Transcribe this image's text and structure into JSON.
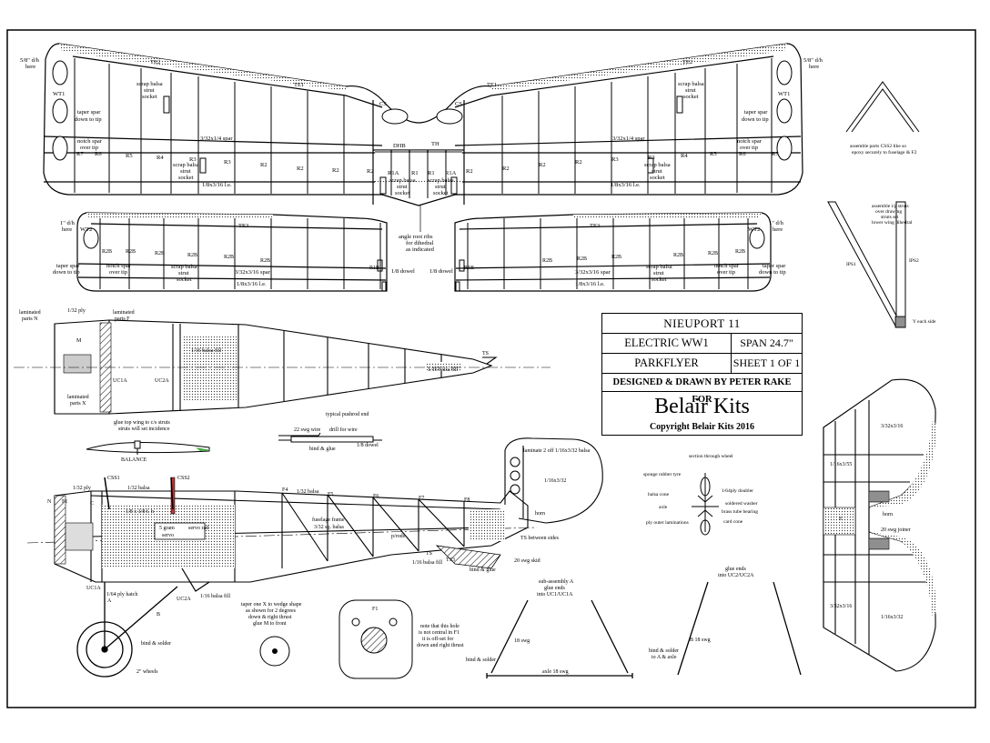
{
  "title_block": {
    "model": "NIEUPORT 11",
    "type": "ELECTRIC WW1",
    "span": "SPAN 24.7\"",
    "category": "PARKFLYER",
    "sheet": "SHEET 1 OF 1",
    "designer": "DESIGNED & DRAWN BY PETER RAKE FOR",
    "company": "Belair Kits",
    "copyright": "Copyright Belair Kits 2016"
  },
  "top_wing": {
    "te_left": "TE2",
    "te_mid_left": "TE1",
    "te_mid_right": "TE1",
    "te_right": "TE2",
    "tip_hole_left": "5/8\" d/h",
    "tip_hole_left_2": "here",
    "tip_hole_right": "5/8\" d/h",
    "tip_hole_right_2": "here",
    "wt_left": "WT1",
    "wt_right": "WT1",
    "cs_left": "CS",
    "cs_right": "CS",
    "taper_spar_l1": "taper spar",
    "taper_spar_l2": "down to tip",
    "taper_spar_r1": "taper spar",
    "taper_spar_r2": "down to tip",
    "notch_spar_l1": "notch spar",
    "notch_spar_l2": "over tip",
    "notch_spar_r1": "notch spar",
    "notch_spar_r2": "over tip",
    "socket_l1": "scrap balsa",
    "socket_l2": "strut",
    "socket_l3": "socket",
    "socket_r1": "scrap balsa",
    "socket_r2": "strut",
    "socket_r3": "socket",
    "spar_left": "3/32x1/4 spar",
    "spar_right": "3/32x1/4 spar",
    "le_left": "1/8x3/16 l.e.",
    "le_right": "1/8x3/16 l.e.",
    "ribs_left": [
      "R7",
      "R6",
      "R5",
      "R4",
      "R3",
      "R3",
      "R2",
      "R2",
      "R2"
    ],
    "ribs_right": [
      "R2",
      "R2",
      "R2",
      "R3",
      "R3",
      "R4",
      "R5",
      "R6",
      "R7"
    ],
    "dhb": "DHB",
    "th": "TH",
    "r1a_l": "R1A",
    "r1_l": "R1",
    "r1_r": "R1",
    "r1a_r": "R1A",
    "r2_cl": "R2",
    "r2_cr": "R2",
    "bottom_socket_l1": "scrap balsa",
    "bottom_socket_l2": "strut",
    "bottom_socket_l3": "socket",
    "bottom_socket_r1": "scrap balsa",
    "bottom_socket_r2": "strut",
    "bottom_socket_r3": "socket",
    "mid_socket_l1": "scrap balsa",
    "mid_socket_l2": "strut",
    "mid_socket_l3": "socket",
    "mid_socket_r1": "scrap balsa",
    "mid_socket_r2": "strut",
    "mid_socket_r3": "socket"
  },
  "angle_note": [
    "angle root ribs",
    "for dihedral",
    "as indicated"
  ],
  "lower_wing": {
    "te_left": "TE3",
    "te_right": "TE3",
    "hole_l1": "1\" d/h",
    "hole_l2": "here",
    "hole_r1": "1\" d/h",
    "hole_r2": "here",
    "wt_left": "WT2",
    "wt_right": "WT2",
    "taper_l1": "taper spar",
    "taper_l2": "down to tip",
    "taper_r1": "taper spar",
    "taper_r2": "down to tip",
    "notch_l1": "notch spar",
    "notch_l2": "over tip",
    "notch_r1": "notch spar",
    "notch_r2": "over tip",
    "socket_l1": "scrap balsa",
    "socket_l2": "strut",
    "socket_l3": "socket",
    "socket_r1": "scrap balsa",
    "socket_r2": "strut",
    "socket_r3": "socket",
    "spar_left": "3/32x3/16 spar",
    "spar_right": "3/32x3/16 spar",
    "le_left": "1/8x3/16 l.e.",
    "le_right": "1/8x3/16 l.e.",
    "ribs_left": [
      "R2B",
      "R2B",
      "R2B",
      "R2B",
      "R2B",
      "R2B",
      "R1B"
    ],
    "ribs_right": [
      "R1B",
      "R2B",
      "R2B",
      "R2B",
      "R2B",
      "R2B",
      "R2B"
    ],
    "dowel_left": "1/8 dowel",
    "dowel_right": "1/8 dowel"
  },
  "cabane": {
    "assemble_1": "assemble parts CSS2 like so",
    "assemble_2": "epoxy securely to fuselage & F2"
  },
  "interplane": {
    "note_1": "assemble i/p struts",
    "note_2": "over drawing",
    "note_3": "struts set",
    "note_4": "lower wing dihedral",
    "ips1": "IPS1",
    "ips2": "IPS2",
    "y_each": "Y each side"
  },
  "fuselage_top": {
    "laminated_n_1": "laminated",
    "laminated_n_2": "parts N",
    "ply": "1/32 ply",
    "laminated_f_1": "laminated",
    "laminated_f_2": "parts F",
    "m": "M",
    "laminated_x_1": "laminated",
    "laminated_x_2": "parts X",
    "uc1a": "UC1A",
    "uc2a": "UC2A",
    "balsa_fill_1": "1/16 balsa fill",
    "balsa_fill_2": "1/16 balsa fill",
    "ts": "TS"
  },
  "pushrod": {
    "title": "typical pushrod end",
    "wire": "22 swg wire",
    "drill": "drill for wire",
    "bind": "bind & glue",
    "dowel": "1/8 dowel"
  },
  "wing_incidence": {
    "note_1": "glue top wing to c/s struts",
    "note_2": "struts will set incidence",
    "balance": "BALANCE"
  },
  "fuselage_side": {
    "css1": "CSS1",
    "css2": "CSS2",
    "ply": "1/32 ply",
    "balsa_top": "1/32 balsa",
    "n": "N",
    "f1": "F1",
    "c": "C",
    "bay_1": "1/8 x 1/8 f. h",
    "servo": "5 gram",
    "servo_2": "servo",
    "servo_rail": "servo rail",
    "f4": "F4",
    "balsa_f4": "1/32 balsa",
    "f5": "F5",
    "f6": "F6",
    "f7": "F7",
    "f8": "F8",
    "frame_1": "fuselage frame",
    "frame_2": "3/32 sq. balsa",
    "pivots": "p/rods",
    "ts": "TS",
    "t3": "TS3",
    "balsa_fill": "1/16 balsa fill",
    "bind_glue": "bind & glue",
    "skid": "20 swg skid",
    "ts_between": "TS between sides",
    "uc1a": "UC1A",
    "hatch": "1/64 ply hatch",
    "uc2a": "UC2A",
    "balsa_fill_2": "1/16 balsa fill",
    "a": "A",
    "b": "B",
    "bind_solder": "bind & solder",
    "wheels": "2\" wheels",
    "fin_laminate": "laminate 2 off 1/16x3/32 balsa",
    "fin_sheet": "1/16x3/32",
    "horn": "horn"
  },
  "taper_note": [
    "taper one X to wedge shape",
    "as shown for 2 degrees",
    "down & right thrust",
    "glue M to front"
  ],
  "f1_detail": {
    "label": "F1",
    "note": [
      "note that this hole",
      "is not central in F1",
      "it is off-set for",
      "down and right thrust"
    ]
  },
  "uc_a": {
    "note_1": "sub-assembly A",
    "note_2": "glue ends",
    "note_3": "into UC1/UC1A",
    "wire": "18 swg",
    "bind": "bind & solder",
    "axle": "axle 18 swg"
  },
  "uc_b": {
    "note_1": "glue ends",
    "note_2": "into UC2/UC2A",
    "wire": "B 18 swg",
    "bind_1": "bind & solder",
    "bind_2": "to A & axle"
  },
  "wheel_section": {
    "title": "section through wheel",
    "tyre": "sponge rubber tyre",
    "cone": "balsa cone",
    "axle": "axle",
    "ply": "ply outer laminations",
    "doubler": "1/64ply doubler",
    "washer": "soldered washer",
    "bearing": "brass tube bearing",
    "card": "card cone"
  },
  "tail": {
    "sheet_1": "3/32x3/16",
    "sheet_2": "1/16x3/55",
    "e": "E",
    "h": "horn",
    "joiner": "20 swg joiner",
    "sheet_3": "3/32x3/16",
    "sheet_4": "1/16x3/32"
  }
}
